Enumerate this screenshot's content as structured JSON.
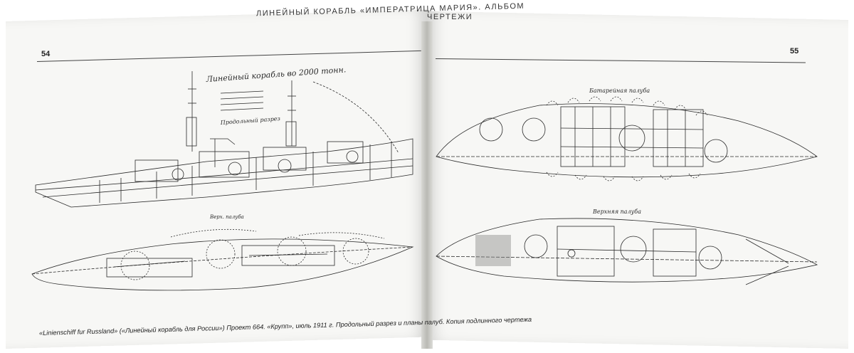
{
  "header": {
    "running_title": "ЛИНЕЙНЫЙ КОРАБЛЬ «ИМПЕРАТРИЦА МАРИЯ». АЛЬБОМ",
    "running_title_right": "ЧЕРТЕЖИ"
  },
  "pages": {
    "left_number": "54",
    "right_number": "55"
  },
  "drawings": {
    "main_title": "Линейный корабль во 2000 тонн.",
    "profile_label": "Продольный разрез",
    "upper_deck_label": "Верх. палуба",
    "battery_deck_label": "Батарейная палуба",
    "upper_deck_label_right": "Верхняя палуба"
  },
  "caption": "«Linienschiff fur Russland» («Линейный корабль для России») Проект 664. «Крупп», июль 1911 г. Продольный разрез и планы палуб. Копия подлинного чертежа",
  "colors": {
    "paper": "#f7f7f5",
    "ink": "#2a2a2a"
  }
}
